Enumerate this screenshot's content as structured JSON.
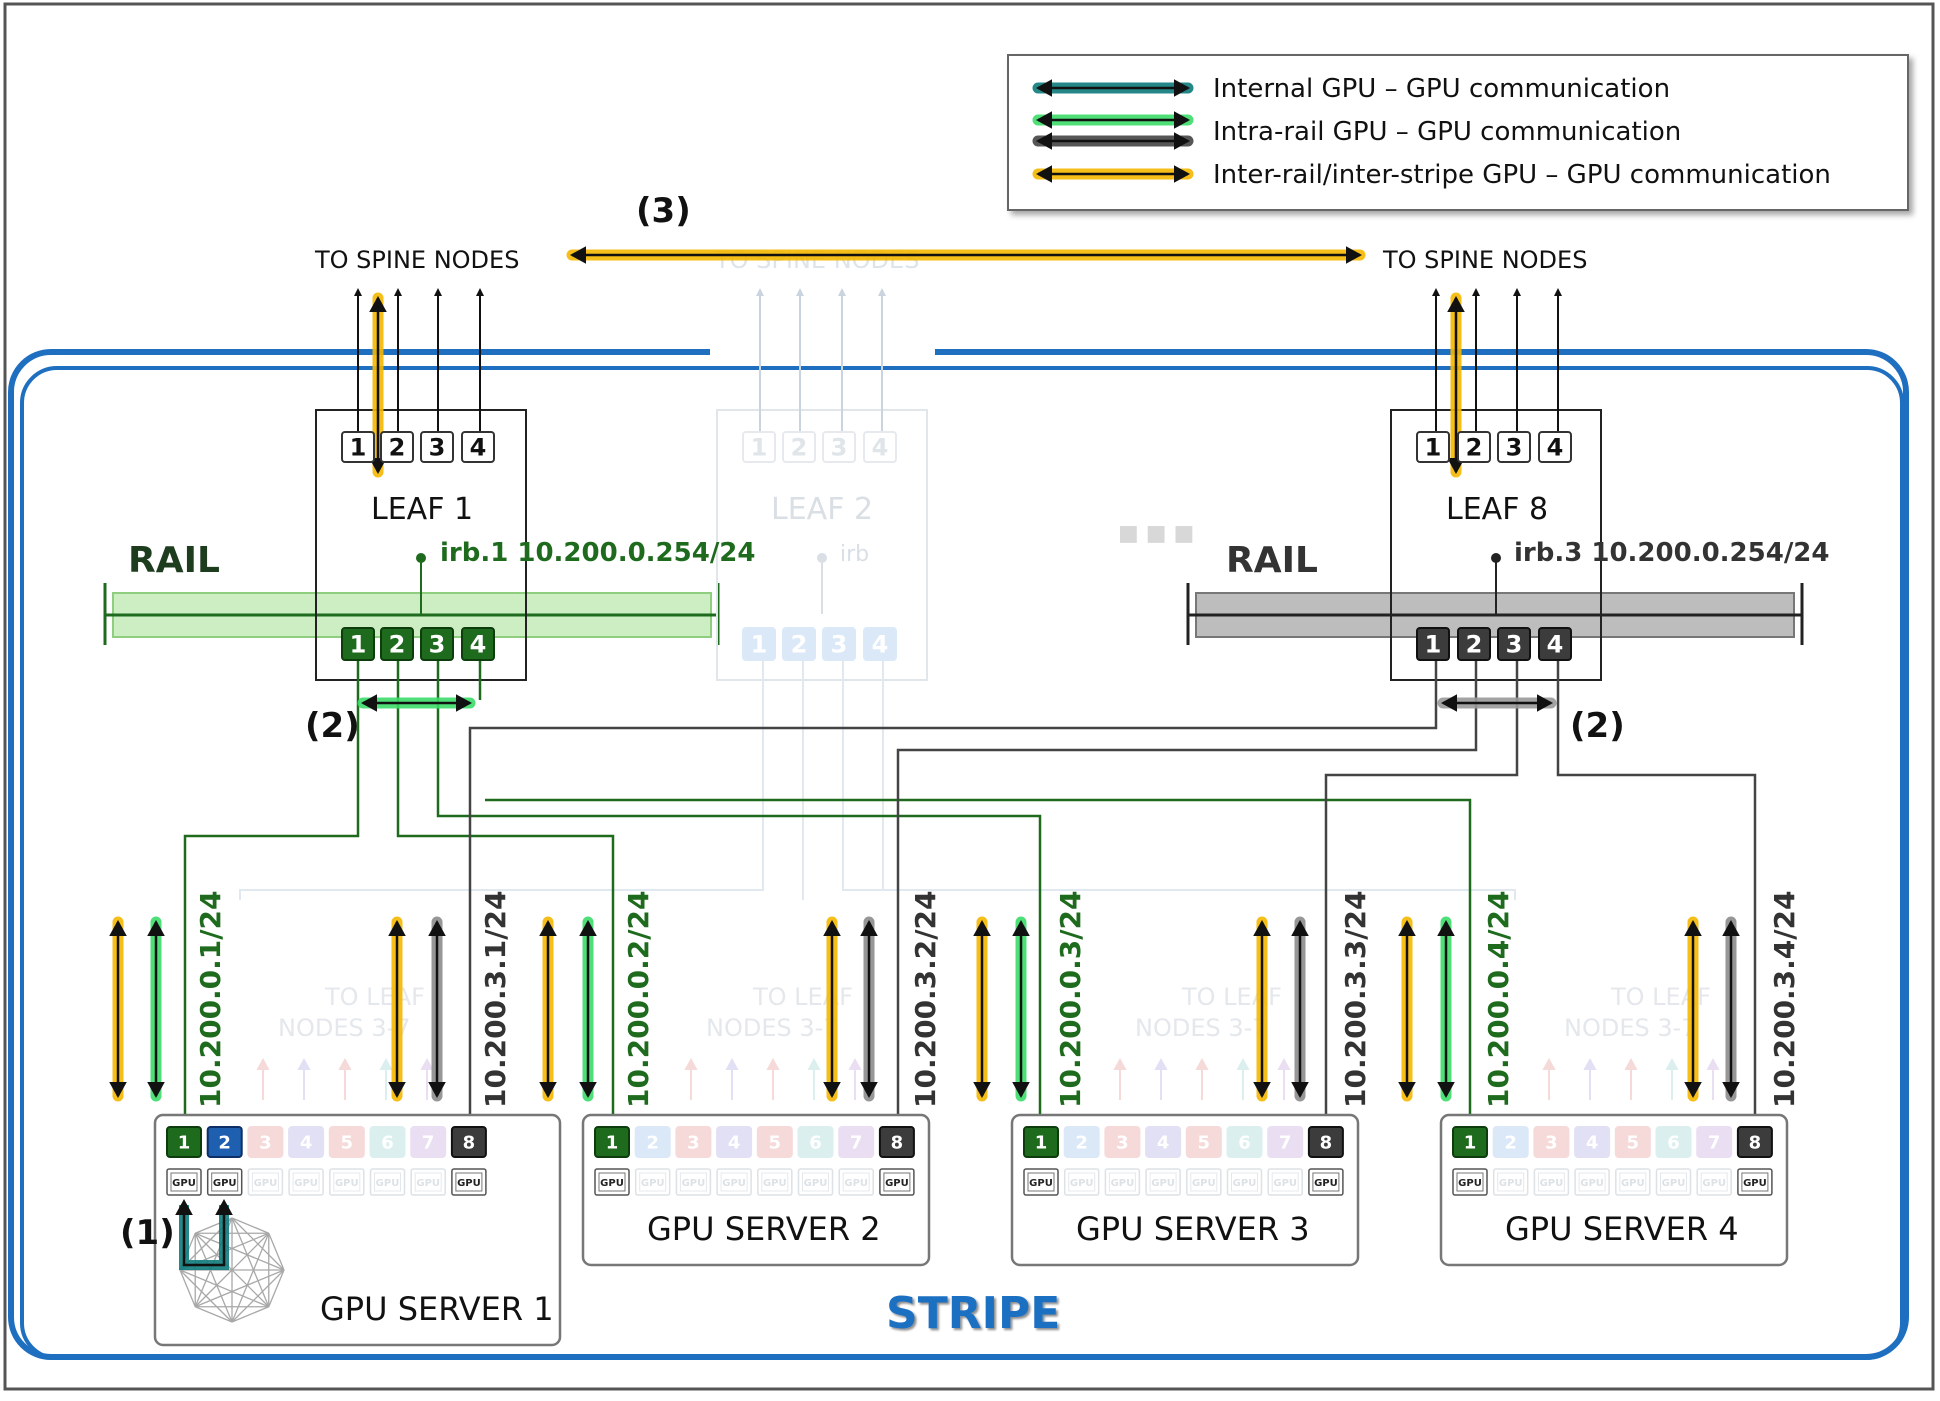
{
  "legend": {
    "internal": "Internal GPU – GPU communication",
    "intra_rail": "Intra-rail GPU – GPU communication",
    "inter_rail": "Inter-rail/inter-stripe GPU – GPU communication"
  },
  "labels": {
    "to_spine_left": "TO SPINE NODES",
    "to_spine_right": "TO SPINE NODES",
    "to_spine_faded": "TO SPINE NODES",
    "callout_1": "(1)",
    "callout_2_left": "(2)",
    "callout_2_right": "(2)",
    "callout_3": "(3)",
    "stripe": "STRIPE",
    "ellipsis": "■ ■ ■",
    "to_leaf_line1": "TO LEAF",
    "to_leaf_line2": "NODES 3-7"
  },
  "leafs": {
    "leaf1": {
      "name": "LEAF 1",
      "irb": "irb.1 10.200.0.254/24",
      "rail": "RAIL",
      "ports": [
        "1",
        "2",
        "3",
        "4"
      ]
    },
    "leaf2": {
      "name": "LEAF 2",
      "irb": "irb",
      "ports": [
        "1",
        "2",
        "3",
        "4"
      ]
    },
    "leaf8": {
      "name": "LEAF 8",
      "irb": "irb.3 10.200.0.254/24",
      "rail": "RAIL",
      "ports": [
        "1",
        "2",
        "3",
        "4"
      ]
    }
  },
  "servers": [
    {
      "name": "GPU SERVER 1",
      "ip_green": "10.200.0.1/24",
      "ip_grey": "10.200.3.1/24",
      "ports": [
        "1",
        "2",
        "3",
        "4",
        "5",
        "6",
        "7",
        "8"
      ],
      "gpu": "GPU"
    },
    {
      "name": "GPU SERVER 2",
      "ip_green": "10.200.0.2/24",
      "ip_grey": "10.200.3.2/24",
      "ports": [
        "1",
        "2",
        "3",
        "4",
        "5",
        "6",
        "7",
        "8"
      ],
      "gpu": "GPU"
    },
    {
      "name": "GPU SERVER 3",
      "ip_green": "10.200.0.3/24",
      "ip_grey": "10.200.3.3/24",
      "ports": [
        "1",
        "2",
        "3",
        "4",
        "5",
        "6",
        "7",
        "8"
      ],
      "gpu": "GPU"
    },
    {
      "name": "GPU SERVER 4",
      "ip_green": "10.200.0.4/24",
      "ip_grey": "10.200.3.4/24",
      "ports": [
        "1",
        "2",
        "3",
        "4",
        "5",
        "6",
        "7",
        "8"
      ],
      "gpu": "GPU"
    }
  ],
  "colors": {
    "rail_green": "#1e6b1e",
    "rail_grey": "#3a3a3a",
    "stripe_blue": "#1f6fc1",
    "yellow": "#f5b800",
    "teal": "#0e7b7b"
  }
}
